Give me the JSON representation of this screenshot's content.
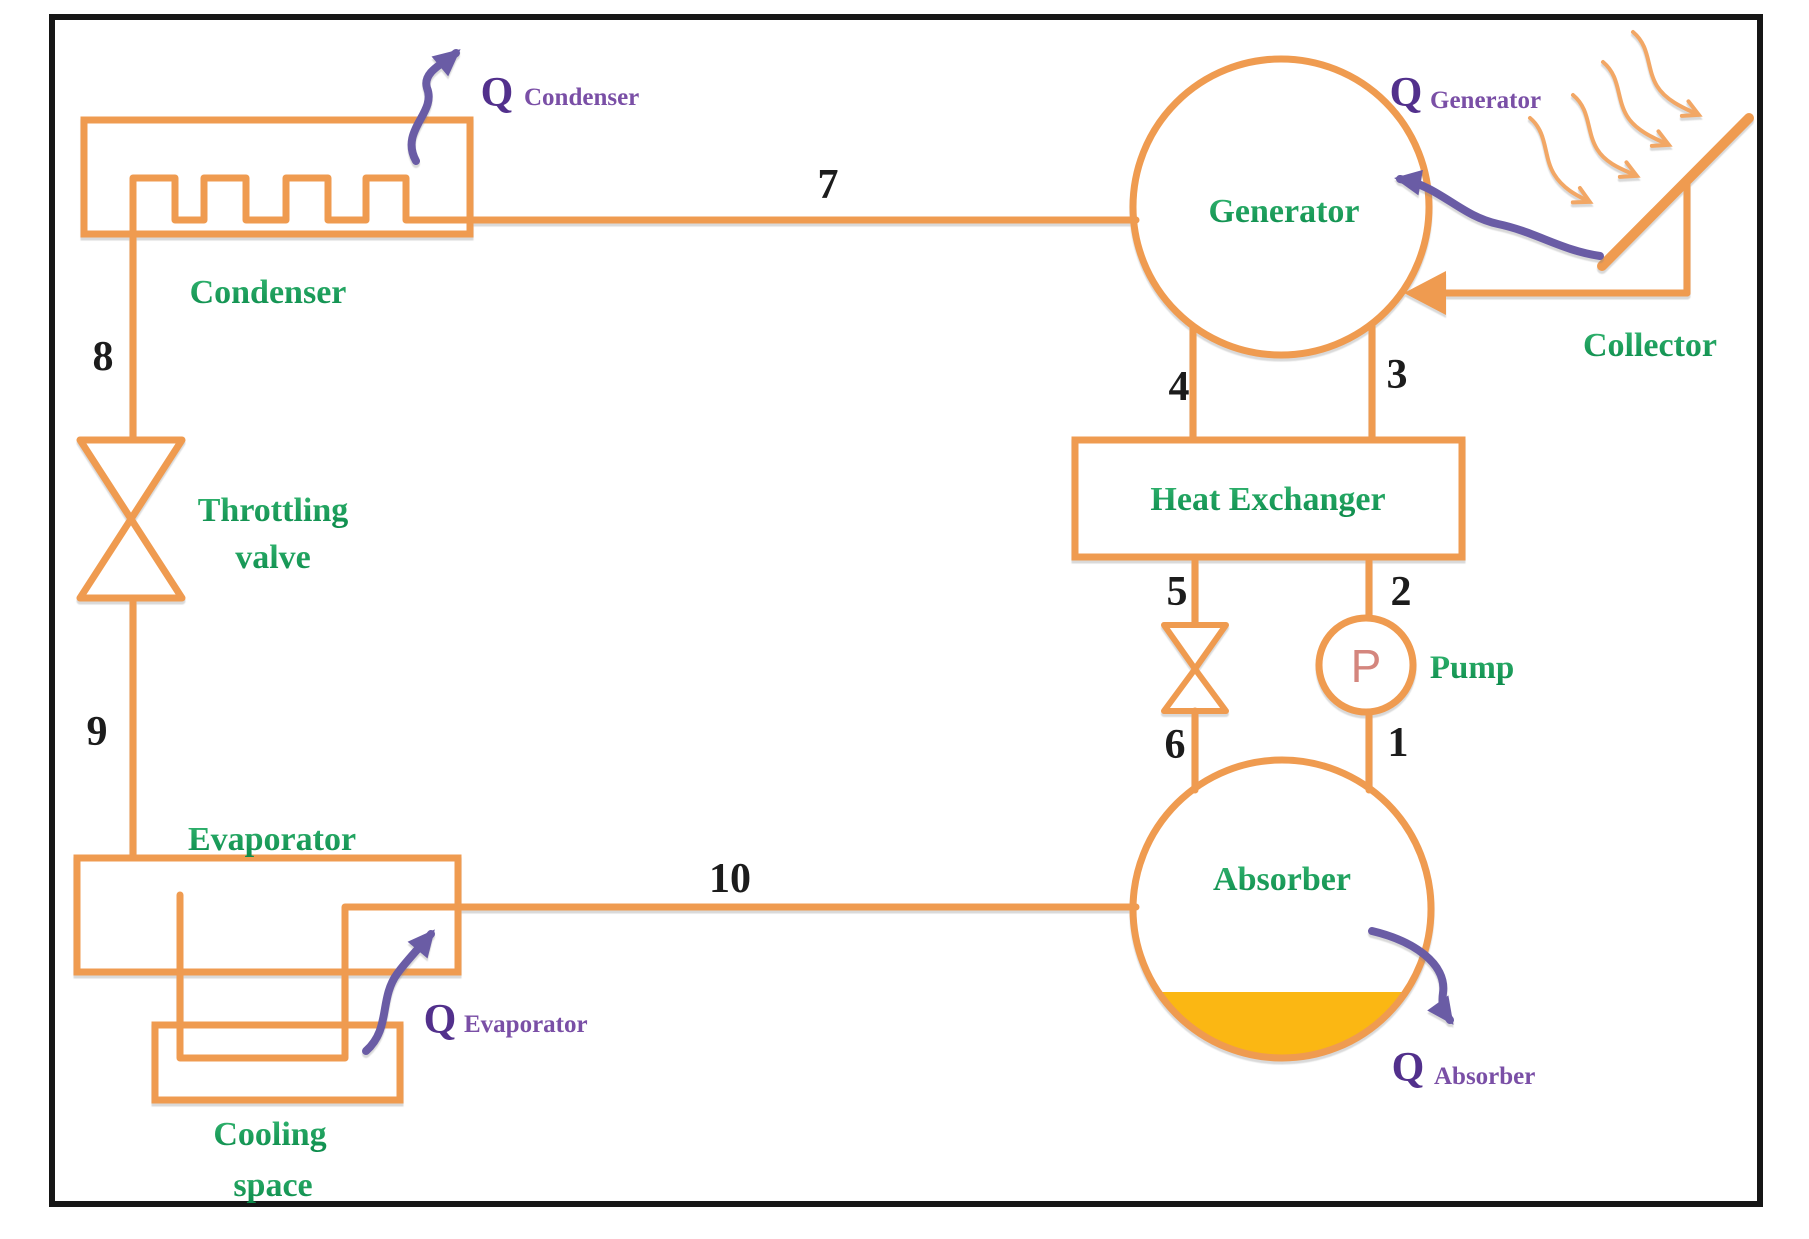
{
  "diagram": {
    "kind": "solar-absorption-refrigeration-cycle",
    "components": {
      "condenser": "Condenser",
      "throttling_valve_line1": "Throttling",
      "throttling_valve_line2": "valve",
      "evaporator": "Evaporator",
      "cooling_space_line1": "Cooling",
      "cooling_space_line2": "space",
      "generator": "Generator",
      "collector": "Collector",
      "heat_exchanger": "Heat Exchanger",
      "pump": "Pump",
      "pump_symbol": "P",
      "absorber": "Absorber"
    },
    "heat_flows": {
      "condenser_q": "Q",
      "condenser_sub": "Condenser",
      "generator_q": "Q",
      "generator_sub": "Generator",
      "evaporator_q": "Q",
      "evaporator_sub": "Evaporator",
      "absorber_q": "Q",
      "absorber_sub": "Absorber"
    },
    "state_points": [
      "1",
      "2",
      "3",
      "4",
      "5",
      "6",
      "7",
      "8",
      "9",
      "10"
    ],
    "colors": {
      "pipe_orange": "#EF9B50",
      "sun_ray_orange": "#F2A765",
      "label_green": "#14A35C",
      "q_symbol_purple": "#52308C",
      "q_subscript_purple": "#7A4FA6",
      "heat_arrow_purple": "#6A5CA5",
      "number_black": "#1C1C1C",
      "absorber_liquid_gold": "#FBB713",
      "pump_symbol_pink": "#D4867E",
      "frame_black": "#161616",
      "background": "#FFFFFF"
    }
  }
}
